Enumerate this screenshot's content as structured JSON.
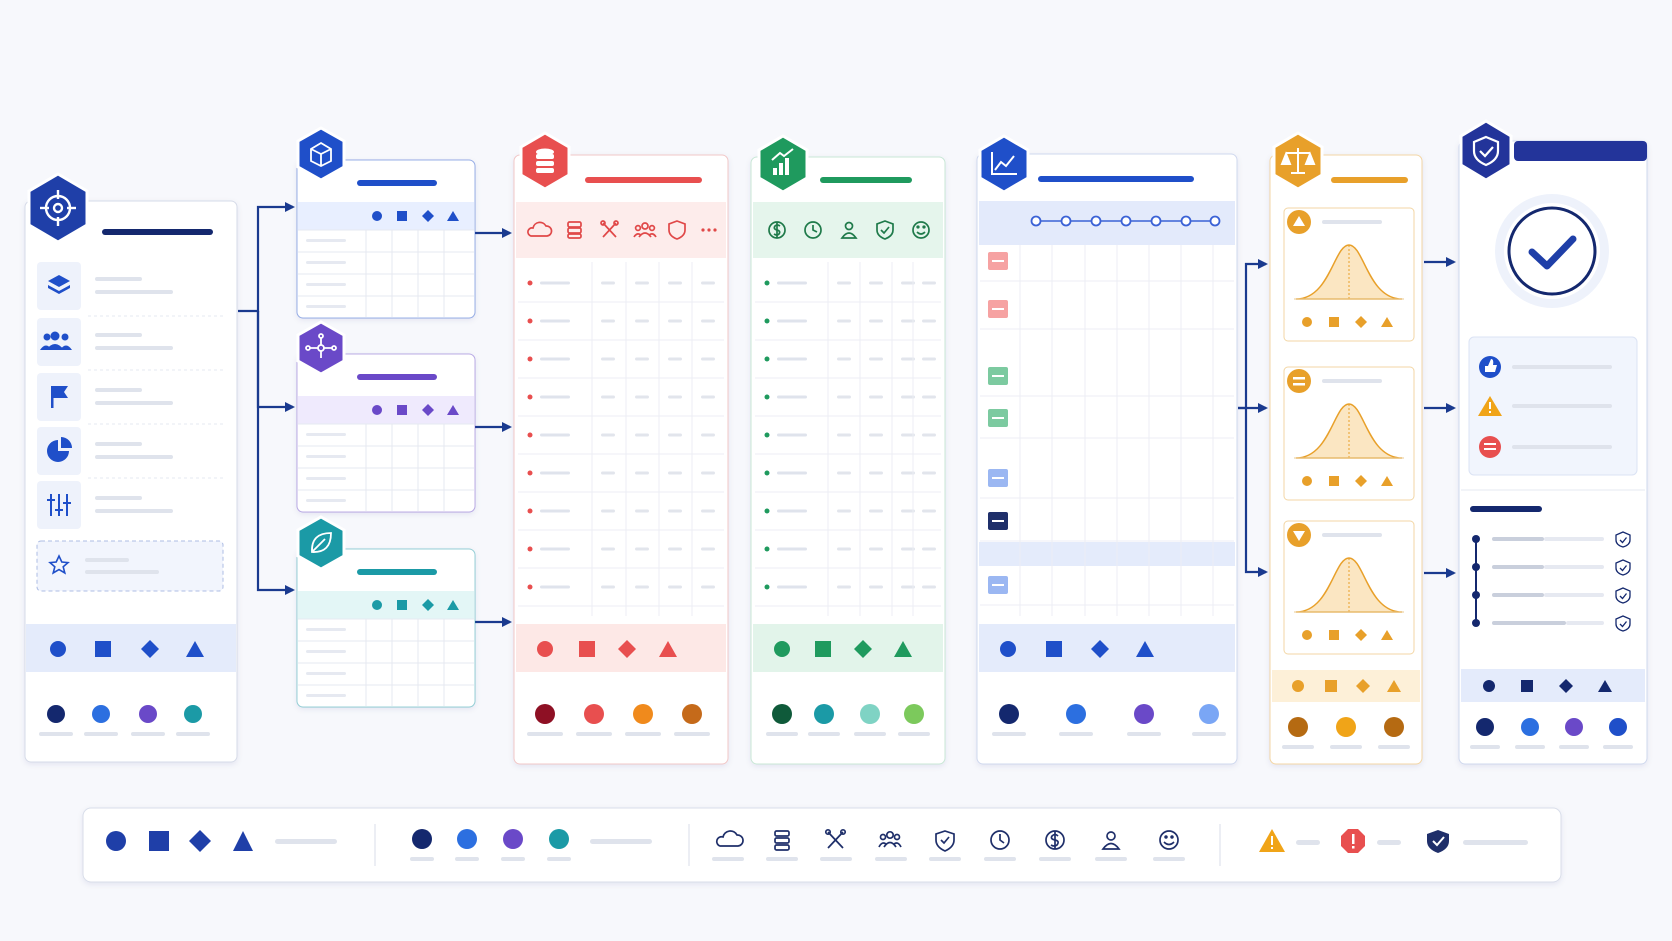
{
  "colors": {
    "navy": "#14286e",
    "blue": "#1f4fc9",
    "purple": "#6a49c8",
    "teal": "#1b9aa6",
    "red": "#e84f4f",
    "green": "#1f9a5e",
    "orange": "#e8a02a",
    "line": "#1a3a8f"
  },
  "columns": {
    "overview": {
      "hex_icon": "crosshair-icon",
      "rows": [
        "layers-icon",
        "users-icon",
        "flag-icon",
        "pie-chart-icon",
        "sliders-icon"
      ],
      "featured_icon": "star-icon",
      "shape_legend": [
        "circle",
        "square",
        "diamond",
        "triangle"
      ],
      "palette": [
        "#14286e",
        "#2c6fe0",
        "#6a49c8",
        "#1b9aa6"
      ]
    },
    "sub_panels": [
      {
        "hex_icon": "cube-icon",
        "accent": "#1f4fc9",
        "tint": "#e8efff"
      },
      {
        "hex_icon": "network-icon",
        "accent": "#6a49c8",
        "tint": "#efeafd"
      },
      {
        "hex_icon": "leaf-icon",
        "accent": "#1b9aa6",
        "tint": "#e3f6f6"
      }
    ],
    "data_red": {
      "hex_icon": "database-icon",
      "header_icons": [
        "cloud-icon",
        "server-icon",
        "tools-icon",
        "team-icon",
        "shield-icon",
        "more-icon"
      ],
      "palette": [
        "#8e1024",
        "#e84f4f",
        "#f08a1c",
        "#c56a1a"
      ]
    },
    "data_green": {
      "hex_icon": "bar-chart-icon",
      "header_icons": [
        "dollar-icon",
        "clock-icon",
        "user-icon",
        "shield-icon",
        "smile-icon"
      ],
      "palette": [
        "#0f5a3a",
        "#1b9aa6",
        "#7fd3c4",
        "#7cc95c"
      ]
    },
    "timeline": {
      "hex_icon": "line-chart-icon",
      "palette": [
        "#14286e",
        "#2c6fe0",
        "#6a49c8",
        "#7aa6f5"
      ]
    },
    "analysis": {
      "hex_icon": "scale-icon",
      "cards": [
        "triangle-up-icon",
        "equals-icon",
        "triangle-down-icon"
      ],
      "palette": [
        "#b56a12",
        "#f0a418",
        "#b56a12"
      ]
    },
    "result": {
      "hex_icon": "shield-check-icon",
      "check_icon": "checkmark-icon",
      "status": [
        "thumbs-up-icon",
        "warning-icon",
        "stop-icon"
      ],
      "palette": [
        "#14286e",
        "#2c6fe0",
        "#6a49c8",
        "#1f4fc9"
      ]
    }
  },
  "legend": {
    "shapes": [
      "circle",
      "square",
      "diamond",
      "triangle"
    ],
    "colors": [
      "#14286e",
      "#2c6fe0",
      "#6a49c8",
      "#1b9aa6"
    ],
    "icons": [
      "cloud-icon",
      "server-icon",
      "tools-icon",
      "team-icon",
      "shield-icon",
      "clock-icon",
      "dollar-icon",
      "user-icon",
      "smile-icon"
    ],
    "alerts": [
      "warning-icon",
      "error-icon",
      "secure-icon"
    ]
  }
}
